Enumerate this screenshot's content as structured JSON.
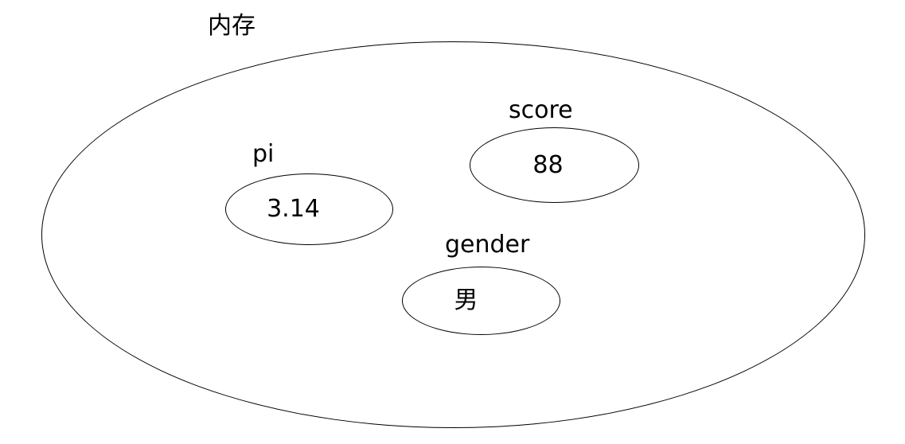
{
  "diagram": {
    "container": {
      "label": "内存"
    },
    "variables": [
      {
        "name": "pi",
        "value": "3.14"
      },
      {
        "name": "score",
        "value": "88"
      },
      {
        "name": "gender",
        "value": "男"
      }
    ],
    "colors": {
      "stroke": "#000000",
      "background": "#ffffff",
      "text": "#000000"
    }
  }
}
